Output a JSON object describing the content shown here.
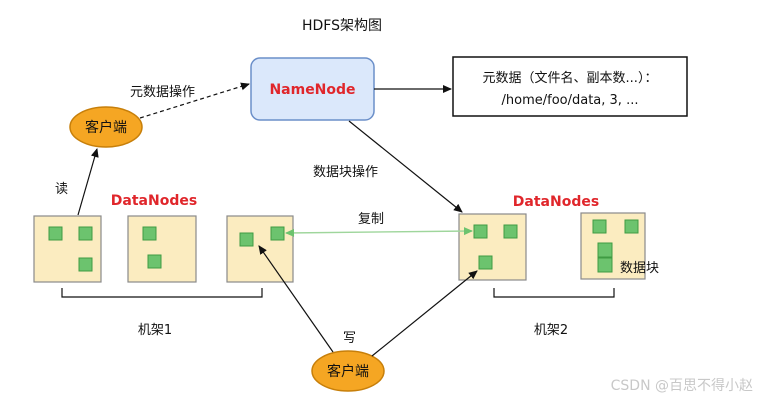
{
  "title": "HDFS架构图",
  "namenode": {
    "label": "NameNode"
  },
  "metadata": {
    "line1": "元数据（文件名、副本数...）：",
    "line2": "/home/foo/data, 3, ..."
  },
  "client_top": {
    "label": "客户端"
  },
  "client_bottom": {
    "label": "客户端"
  },
  "labels": {
    "metadata_op": "元数据操作",
    "block_op": "数据块操作",
    "read": "读",
    "write": "写",
    "replicate": "复制",
    "rack1": "机架1",
    "rack2": "机架2",
    "block": "数据块"
  },
  "datanodes_left": {
    "title": "DataNodes"
  },
  "datanodes_right": {
    "title": "DataNodes"
  },
  "watermark": "CSDN @百思不得小赵",
  "colors": {
    "namenode_fill": "#dbe8fb",
    "namenode_stroke": "#6b8fc9",
    "client_fill": "#f5a623",
    "client_stroke": "#c77f0a",
    "datanode_fill": "#fbecc0",
    "datanode_stroke": "#8a8a8a",
    "block_fill": "#6cc36e",
    "block_stroke": "#3f9b43",
    "replicate_line": "#9fd69c",
    "accent_red": "#e0262b"
  }
}
